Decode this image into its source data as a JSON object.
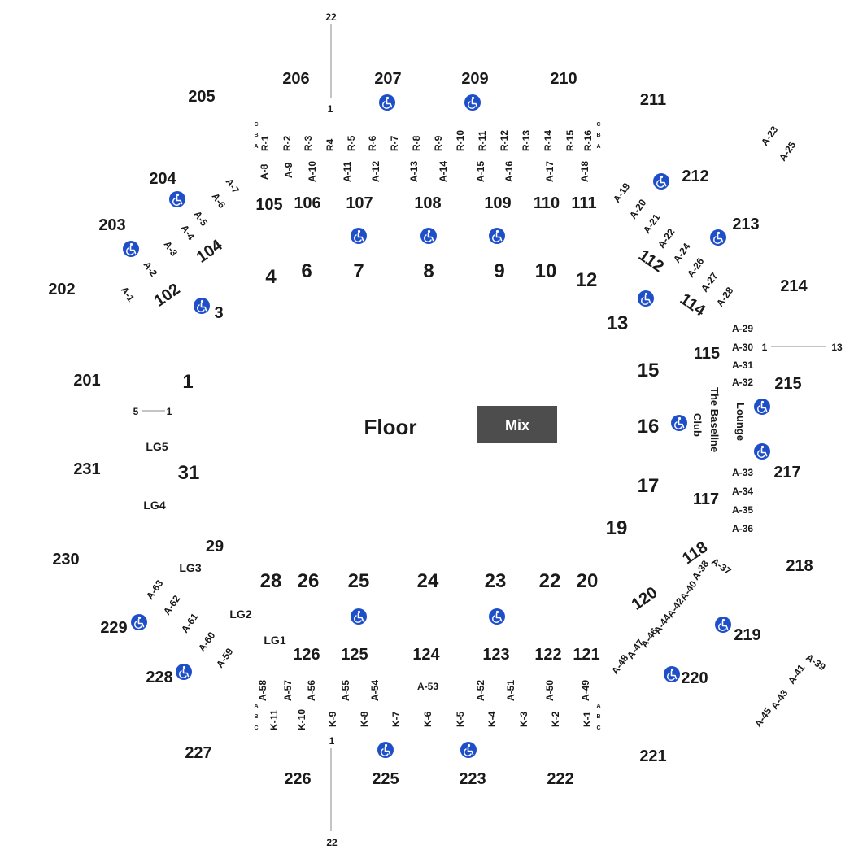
{
  "floor_label": "Floor",
  "mix_label": "Mix",
  "accent_color": "#1f4fc8",
  "mix_color": "#4d4d4d",
  "icon": "wheelchair-icon",
  "lounge": {
    "line1": "The Baseline",
    "line2": "Club",
    "line3": "Lounge"
  },
  "upper_sections": [
    "201",
    "202",
    "203",
    "204",
    "205",
    "206",
    "207",
    "209",
    "210",
    "211",
    "212",
    "213",
    "214",
    "215",
    "217",
    "218",
    "219",
    "220",
    "221",
    "222",
    "223",
    "225",
    "226",
    "227",
    "228",
    "229",
    "230",
    "231"
  ],
  "lower_sections": [
    "102",
    "104",
    "105",
    "106",
    "107",
    "108",
    "109",
    "110",
    "111",
    "112",
    "114",
    "115",
    "117",
    "118",
    "120",
    "121",
    "122",
    "123",
    "124",
    "125",
    "126"
  ],
  "floor_sections": [
    "1",
    "3",
    "4",
    "6",
    "7",
    "8",
    "9",
    "10",
    "12",
    "13",
    "15",
    "16",
    "17",
    "19",
    "20",
    "22",
    "23",
    "24",
    "25",
    "26",
    "28",
    "29",
    "31"
  ],
  "loge_boxes": [
    "LG1",
    "LG2",
    "LG3",
    "LG4",
    "LG5"
  ],
  "row_r": [
    "R-1",
    "R-2",
    "R-3",
    "R4",
    "R-5",
    "R-6",
    "R-7",
    "R-8",
    "R-9",
    "R-10",
    "R-11",
    "R-12",
    "R-13",
    "R-14",
    "R-15",
    "R-16"
  ],
  "row_k": [
    "K-11",
    "K-10",
    "K-9",
    "K-8",
    "K-7",
    "K-6",
    "K-5",
    "K-4",
    "K-3",
    "K-2",
    "K-1"
  ],
  "aisles_top": [
    "A-8",
    "A-9",
    "A-10",
    "A-11",
    "A-12",
    "A-13",
    "A-14",
    "A-15",
    "A-16",
    "A-17",
    "A-18"
  ],
  "aisles_bottom": [
    "A-58",
    "A-57",
    "A-56",
    "A-55",
    "A-54",
    "A-53",
    "A-52",
    "A-51",
    "A-50",
    "A-49"
  ],
  "aisles_left": [
    "A-1",
    "A-2",
    "A-3",
    "A-4",
    "A-5",
    "A-6",
    "A-7",
    "A-59",
    "A-60",
    "A-61",
    "A-62",
    "A-63"
  ],
  "aisles_right": [
    "A-19",
    "A-20",
    "A-21",
    "A-22",
    "A-23",
    "A-24",
    "A-25",
    "A-26",
    "A-27",
    "A-28",
    "A-29",
    "A-30",
    "A-31",
    "A-32",
    "A-33",
    "A-34",
    "A-35",
    "A-36",
    "A-37",
    "A-38",
    "A-39",
    "A-40",
    "A-41",
    "A-42",
    "A-43",
    "A-44",
    "A-45",
    "A-46",
    "A-47",
    "A-48"
  ],
  "abc_letters": [
    "C",
    "B",
    "A",
    "A",
    "B",
    "C"
  ],
  "seat_numbers": {
    "top": "22",
    "top_start": "1",
    "bottom": "22",
    "bottom_start": "1",
    "left_a": "5",
    "left_b": "1",
    "right_a": "1",
    "right_b": "13"
  }
}
